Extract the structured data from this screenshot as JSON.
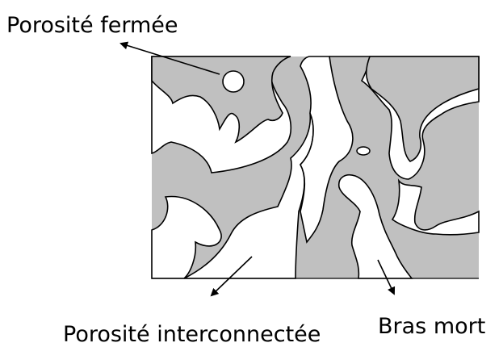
{
  "labels": {
    "closed_porosity": "Porosité fermée",
    "interconnected_porosity": "Porosité interconnectée",
    "dead_arm": "Bras mort"
  },
  "colors": {
    "solid_phase": "#c0c0c0",
    "pore_space": "#ffffff",
    "outline": "#000000"
  }
}
